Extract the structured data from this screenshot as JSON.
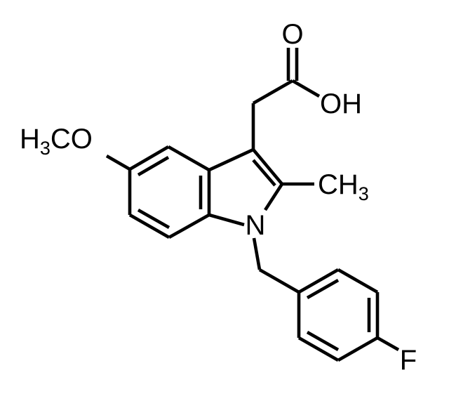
{
  "structure": {
    "labels": {
      "carbonyl_oxygen": "O",
      "hydroxyl": "OH",
      "methoxy": {
        "prefix": "H",
        "subscript": "3",
        "suffix": "CO"
      },
      "methyl": {
        "prefix": "CH",
        "subscript": "3"
      },
      "nitrogen": "N",
      "fluorine": "F"
    },
    "colors": {
      "bond": "#000000",
      "text": "#000000",
      "background": "#ffffff"
    }
  }
}
